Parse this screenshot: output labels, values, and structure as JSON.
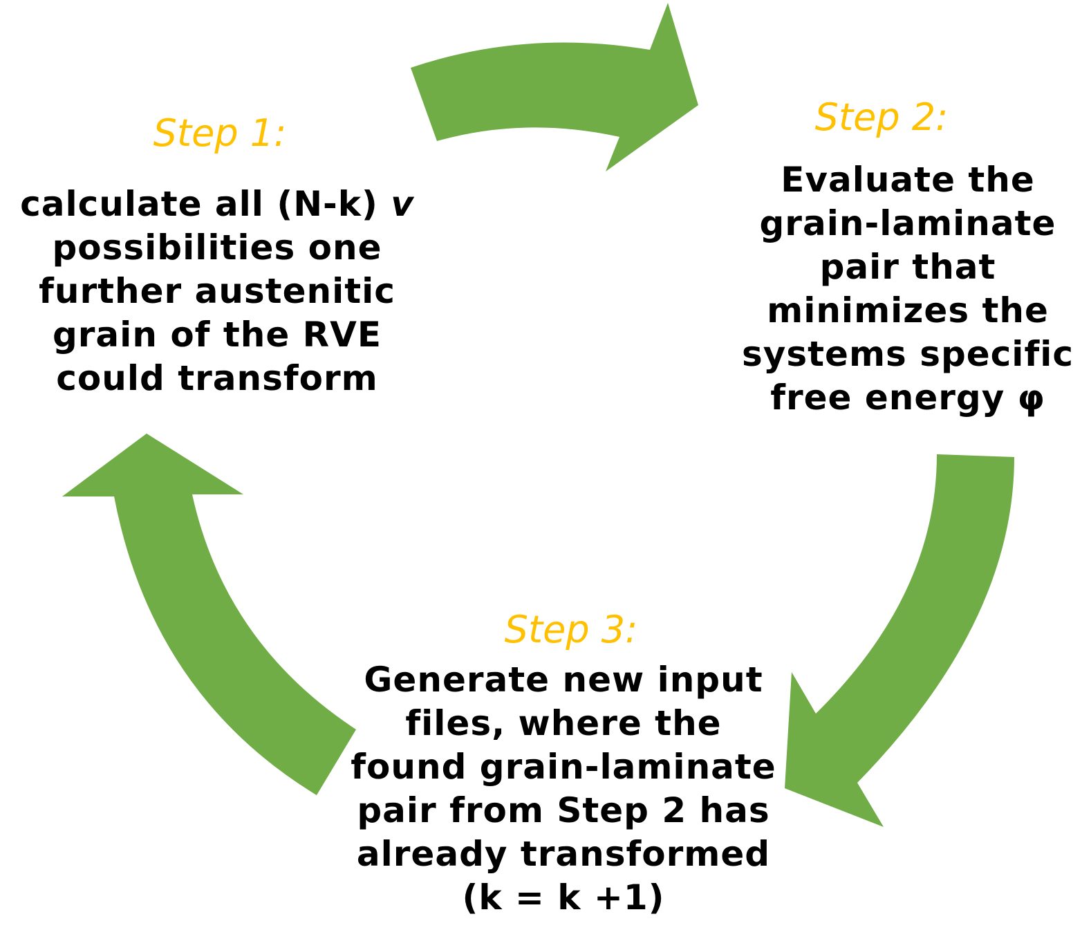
{
  "colors": {
    "arrow": "#70ad47",
    "step_title": "#ffc000",
    "body_text": "#000000",
    "background": "#ffffff"
  },
  "steps": [
    {
      "title": "Step 1:",
      "lines": [
        "calculate all (N-k)v",
        "possibilities one",
        "further austenitic",
        "grain of the RVE",
        "could transform"
      ]
    },
    {
      "title": "Step 2:",
      "lines": [
        "Evaluate the",
        "grain-laminate",
        "pair that",
        "minimizes the",
        "systems specific",
        "free energy φ"
      ]
    },
    {
      "title": "Step 3:",
      "lines": [
        "Generate new input",
        "files, where the",
        "found grain-laminate",
        "pair from Step 2 has",
        "already transformed",
        "(k = k +1)"
      ]
    }
  ]
}
